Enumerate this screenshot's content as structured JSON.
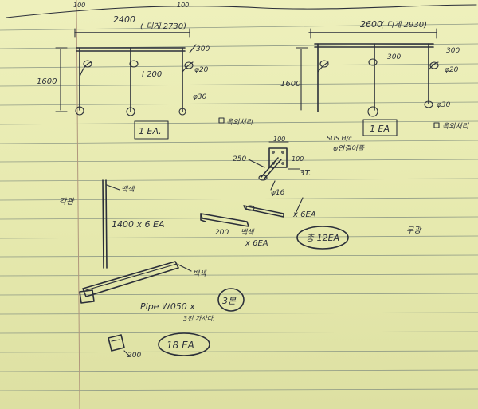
{
  "top_left_mark": "100",
  "top_center_mark": "100",
  "left_frame": {
    "width_label": "2400",
    "width_note": "( 디게 2730)",
    "height_label": "1600",
    "dim_300": "300",
    "beam_label": "I 200",
    "dim_phi20": "φ20",
    "dim_phi30": "φ30",
    "qty_box": "1 EA.",
    "tag_note": "옥외처리."
  },
  "right_frame": {
    "width_label": "2600",
    "width_note": "( 디게 2930)",
    "height_label": "1600",
    "dim_300_left": "300",
    "dim_300_right": "300",
    "dim_phi20": "φ20",
    "dim_phi30": "φ30",
    "qty_box": "1 EA",
    "tag_note": "옥외처리",
    "sus_note": "SUS H/c",
    "sus_sub": "φ연결어플"
  },
  "bracket": {
    "dim_100_top": "100",
    "dim_100_side": "100",
    "dim_250": "250",
    "dim_3t": "3T.",
    "dim_phi16": "φ16"
  },
  "post": {
    "label_left": "각관",
    "label_right": "백색",
    "dims": "1400 x 6 EA"
  },
  "channel": {
    "qty": "x 6EA",
    "dim_200": "200",
    "note": "백색",
    "qty2": "x 6EA",
    "circled": "총 12EA"
  },
  "side_note": "무광",
  "pipe": {
    "color_note": "백색",
    "spec": "Pipe W050 x",
    "circled": "3본",
    "sub_note": "3전 가사다."
  },
  "small_bracket": {
    "dim_200": "200",
    "circled": "18 EA"
  }
}
